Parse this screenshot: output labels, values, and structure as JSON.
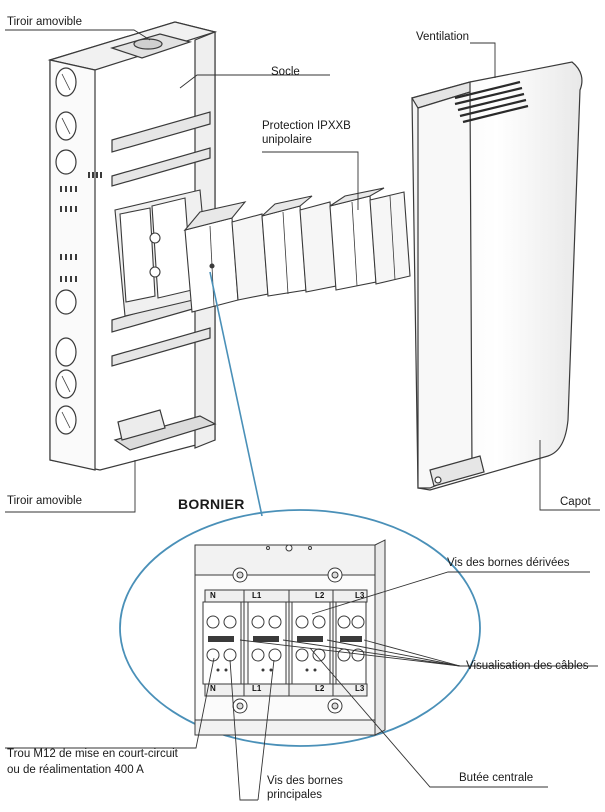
{
  "labels": {
    "tiroir_top": "Tiroir amovible",
    "socle": "Socle",
    "protection_l1": "Protection IPXXB",
    "protection_l2": "unipolaire",
    "ventilation": "Ventilation",
    "tiroir_bottom": "Tiroir amovible",
    "capot": "Capot",
    "bornier_title": "BORNIER",
    "vis_derivees": "Vis des bornes dérivées",
    "visualisation_cables": "Visualisation des câbles",
    "trou_l1": "Trou M12 de mise en court-circuit",
    "trou_l2": "ou de réalimentation 400 A",
    "butee_centrale": "Butée centrale",
    "vis_principales_l1": "Vis des bornes",
    "vis_principales_l2": "principales"
  },
  "phases": [
    "N",
    "L1",
    "L2",
    "L3"
  ],
  "colors": {
    "callout_ellipse": "#4a90b8",
    "callout_line": "#4a90b8",
    "leader": "#333333",
    "drawing": "#3a3a3a"
  }
}
